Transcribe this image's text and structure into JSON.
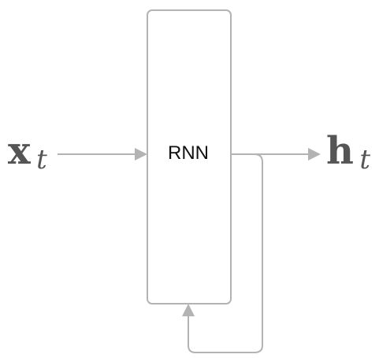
{
  "diagram": {
    "node": {
      "label": "RNN"
    },
    "input": {
      "symbol": "x",
      "subscript": "t"
    },
    "output": {
      "symbol": "h",
      "subscript": "t"
    },
    "colors": {
      "stroke": "#b3b3b3",
      "variable_text": "#555555",
      "node_text": "#111111",
      "background": "#ffffff"
    }
  }
}
